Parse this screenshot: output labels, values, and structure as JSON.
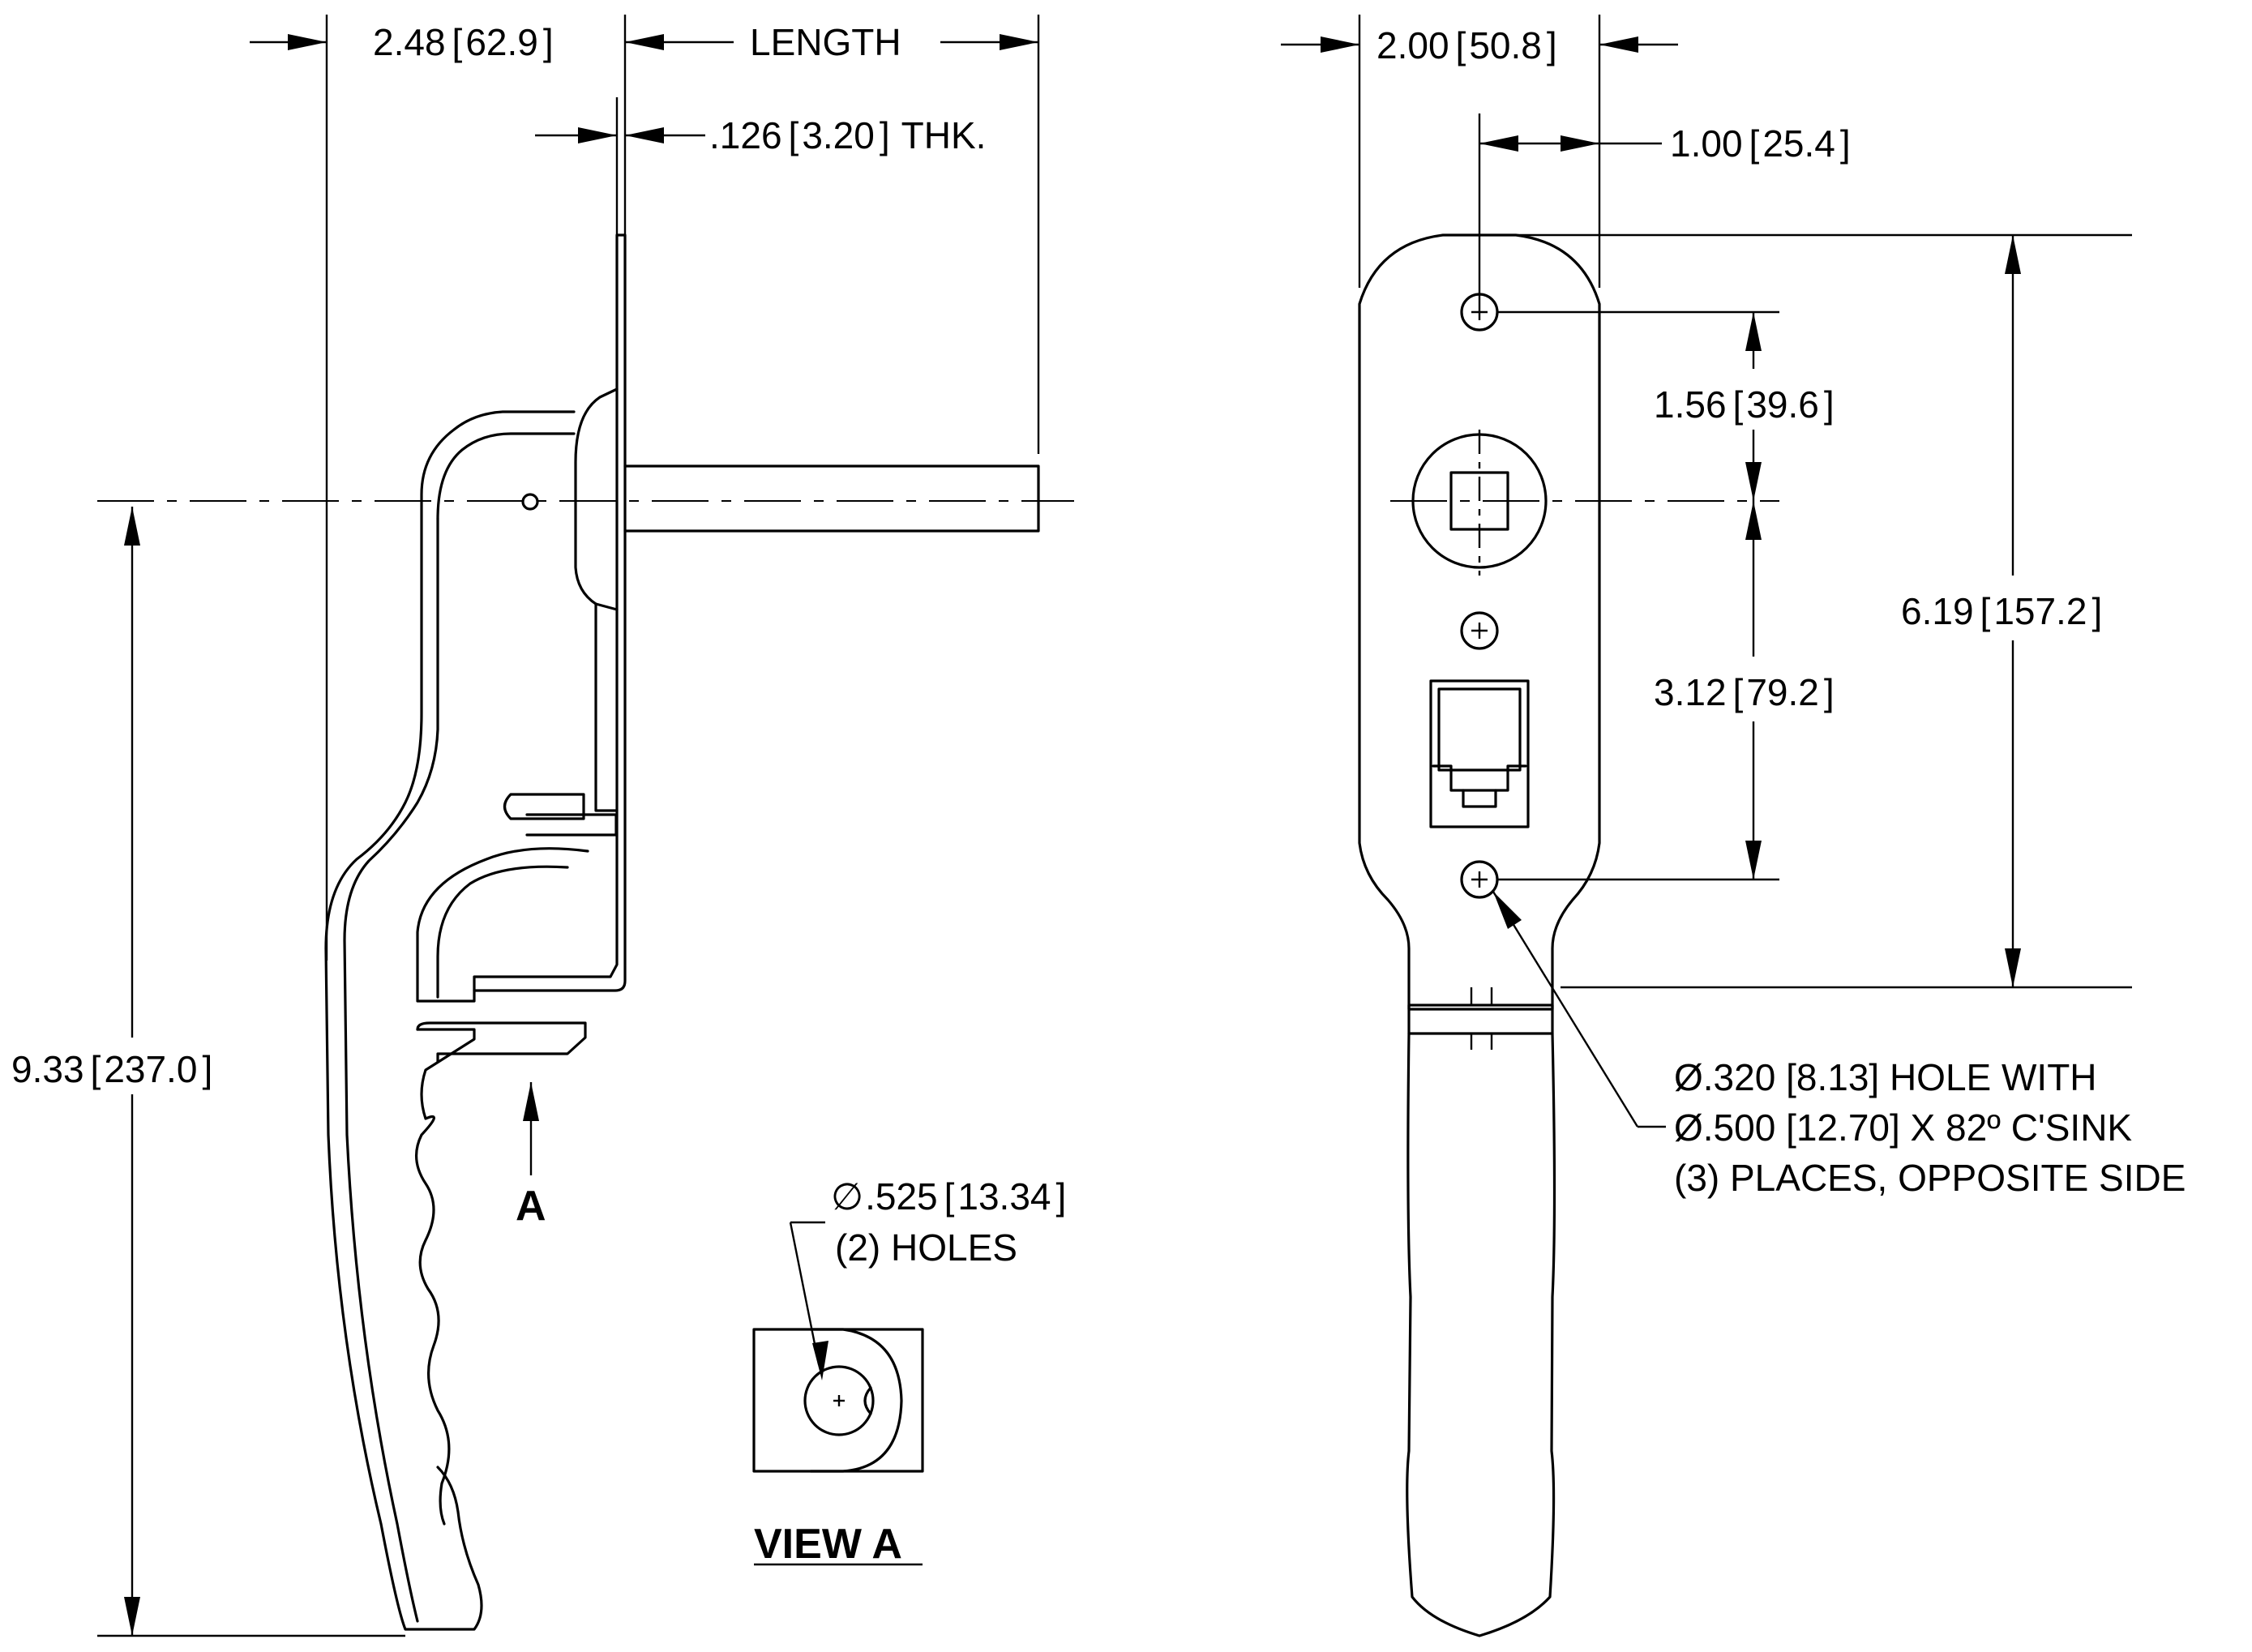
{
  "side_view": {
    "dim_width": {
      "inch": "2.48",
      "mm": "62.9"
    },
    "dim_length": "LENGTH",
    "dim_thickness": {
      "inch": ".126",
      "mm": "3.20",
      "suffix": "THK."
    },
    "dim_height": {
      "inch": "9.33",
      "mm": "237.0"
    },
    "view_arrow_label": "A"
  },
  "front_view": {
    "dim_width": {
      "inch": "2.00",
      "mm": "50.8"
    },
    "dim_center": {
      "inch": "1.00",
      "mm": "25.4"
    },
    "dim_upper_hole": {
      "inch": "1.56",
      "mm": "39.6"
    },
    "dim_lower_hole": {
      "inch": "3.12",
      "mm": "79.2"
    },
    "dim_overall": {
      "inch": "6.19",
      "mm": "157.2"
    },
    "hole_note": [
      "Ø.320 [8.13] HOLE WITH",
      "Ø.500 [12.70] X 82º C'SINK",
      "(3) PLACES, OPPOSITE SIDE"
    ]
  },
  "view_a": {
    "hole_note": {
      "symbol": "∅",
      "inch": ".525",
      "mm": "13.34",
      "line2": "(2) HOLES"
    },
    "title": "VIEW A"
  }
}
